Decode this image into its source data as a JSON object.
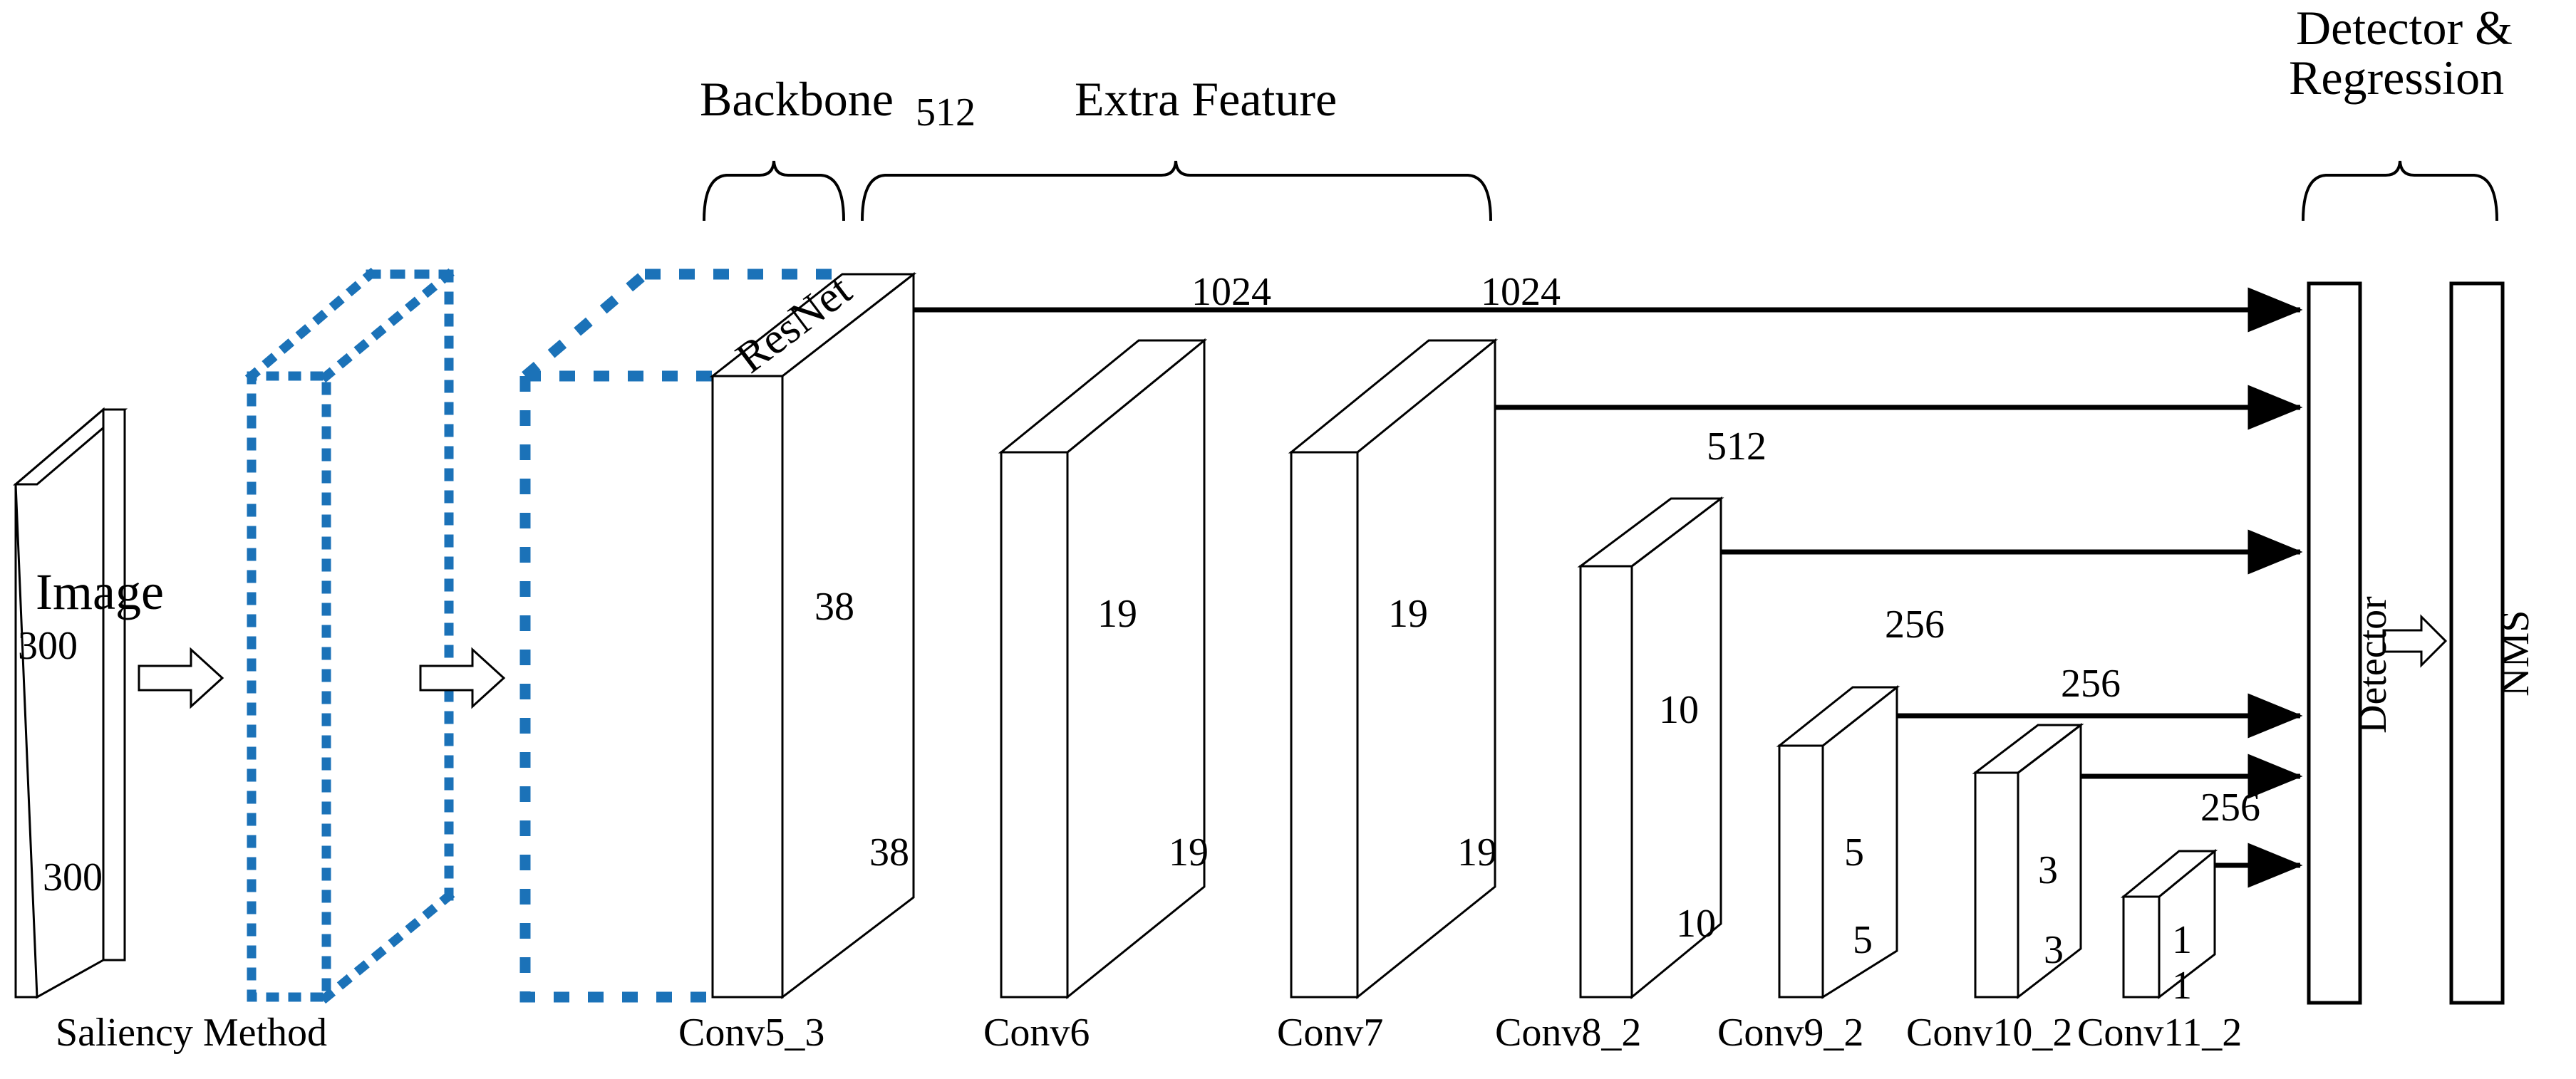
{
  "diagram": {
    "title_groups": [
      {
        "name": "backbone",
        "label": "Backbone"
      },
      {
        "name": "extra-feature",
        "label": "Extra Feature"
      },
      {
        "name": "detector-regression",
        "label_line1": "Detector &",
        "label_line2": "Regression"
      }
    ],
    "input": {
      "name": "image-block",
      "label": "Image",
      "dim_height": "300",
      "dim_width": "300"
    },
    "saliency": {
      "name": "saliency-block",
      "label": "Saliency Method"
    },
    "backbone": {
      "overlay_label": "ResNet"
    },
    "feature_blocks": [
      {
        "id": "conv5_3",
        "label": "Conv5_3",
        "channels": "512",
        "dim_h": "38",
        "dim_w": "38"
      },
      {
        "id": "conv6",
        "label": "Conv6",
        "channels": "1024",
        "dim_h": "19",
        "dim_w": "19"
      },
      {
        "id": "conv7",
        "label": "Conv7",
        "channels": "1024",
        "dim_h": "19",
        "dim_w": "19"
      },
      {
        "id": "conv8_2",
        "label": "Conv8_2",
        "channels": "512",
        "dim_h": "10",
        "dim_w": "10"
      },
      {
        "id": "conv9_2",
        "label": "Conv9_2",
        "channels": "256",
        "dim_h": "5",
        "dim_w": "5"
      },
      {
        "id": "conv10_2",
        "label": "Conv10_2",
        "channels": "256",
        "dim_h": "3",
        "dim_w": "3"
      },
      {
        "id": "conv11_2",
        "label": "Conv11_2",
        "channels": "256",
        "dim_h": "1",
        "dim_w": "1"
      }
    ],
    "heads": [
      {
        "id": "detector",
        "label": "Detector"
      },
      {
        "id": "nms",
        "label": "NMS"
      }
    ],
    "colors": {
      "saliency_blue": "#1B72B8",
      "stroke_black": "#000000",
      "background": "#FFFFFF"
    }
  }
}
